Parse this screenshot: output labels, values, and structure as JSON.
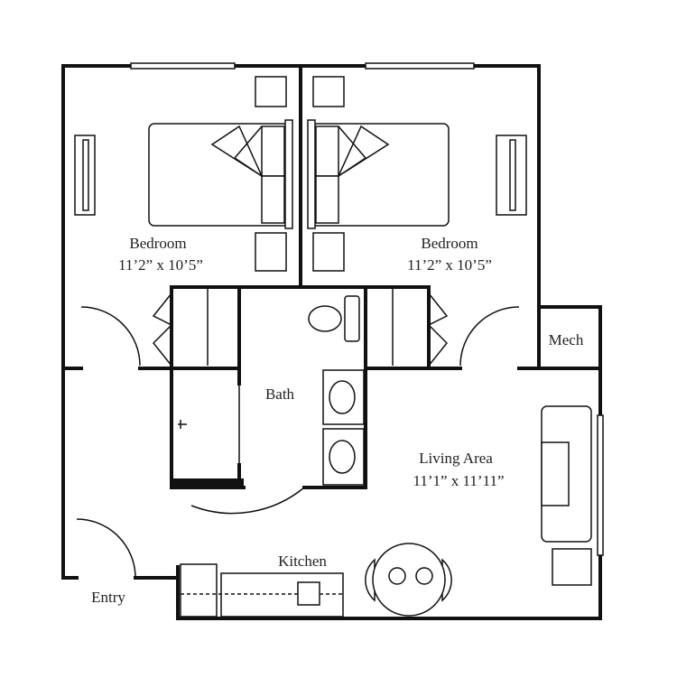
{
  "rooms": {
    "bedroom_left": {
      "name": "Bedroom",
      "dims": "11’2” x 10’5”"
    },
    "bedroom_right": {
      "name": "Bedroom",
      "dims": "11’2” x 10’5”"
    },
    "bath": {
      "name": "Bath"
    },
    "mech": {
      "name": "Mech"
    },
    "living": {
      "name": "Living Area",
      "dims": "11’1” x 11’11”"
    },
    "kitchen": {
      "name": "Kitchen"
    },
    "entry": {
      "name": "Entry"
    }
  }
}
